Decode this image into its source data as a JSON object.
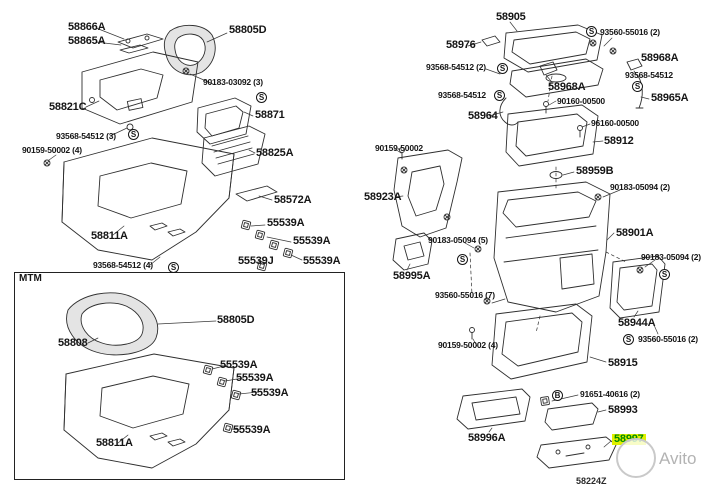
{
  "diagram": {
    "code": "58224Z",
    "section_label": "MTM",
    "watermark": "Avito",
    "highlight_bg": "#e0f000",
    "highlight_text": "#008a00",
    "line_color": "#2f2f2f"
  },
  "symbols": {
    "s": "S",
    "b": "B"
  },
  "labels": [
    "58866A",
    "58865A",
    "58805D",
    "90183-03092 (3)",
    "58821C",
    "58871",
    "93568-54512 (3)",
    "90159-50002 (4)",
    "58825A",
    "58572A",
    "58811A",
    "55539A",
    "55539A",
    "55539J",
    "55539A",
    "93568-54512 (4)",
    "58805D",
    "58808",
    "55539A",
    "55539A",
    "55539A",
    "55539A",
    "58811A",
    "58905",
    "58976",
    "93560-55016 (2)",
    "93568-54512 (2)",
    "58968A",
    "93568-54512",
    "58968A",
    "93568-54512",
    "90160-00500",
    "58965A",
    "58964",
    "96160-00500",
    "58912",
    "90159-50002",
    "58959B",
    "58923A",
    "90183-05094 (2)",
    "58901A",
    "90183-05094 (5)",
    "90183-05094 (2)",
    "58995A",
    "93560-55016 (7)",
    "58944A",
    "93560-55016 (2)",
    "90159-50002 (4)",
    "58915",
    "91651-40616 (2)",
    "58993",
    "58996A",
    "58997"
  ]
}
